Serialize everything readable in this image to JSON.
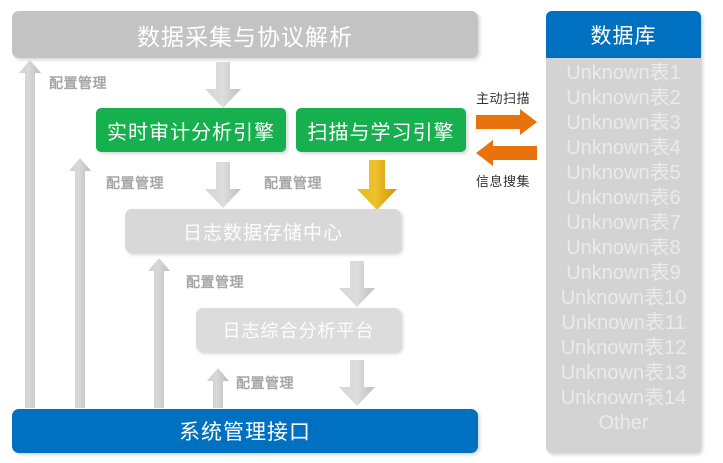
{
  "diagram": {
    "title_bar": "数据采集与协议解析",
    "bottom_bar": "系统管理接口",
    "engines": [
      {
        "label": "实时审计分析引擎"
      },
      {
        "label": "扫描与学习引擎"
      }
    ],
    "storage_center": "日志数据存储中心",
    "analysis_platform": "日志综合分析平台",
    "config_labels": [
      "配置管理",
      "配置管理",
      "配置管理",
      "配置管理",
      "配置管理"
    ],
    "exchange_labels": {
      "top": "主动扫描",
      "bottom": "信息搜集"
    }
  },
  "database": {
    "header": "数据库",
    "items": [
      "Unknown表1",
      "Unknown表2",
      "Unknown表3",
      "Unknown表4",
      "Unknown表5",
      "Unknown表6",
      "Unknown表7",
      "Unknown表8",
      "Unknown表9",
      "Unknown表10",
      "Unknown表11",
      "Unknown表12",
      "Unknown表13",
      "Unknown表14",
      "Other"
    ]
  },
  "colors": {
    "brand_blue": "#0070c0",
    "engine_green": "#17b04e",
    "header_gray": "#c3c3c3",
    "panel_gray": "#d3d3d3",
    "arrow_gray": "#c9c9c9",
    "arrow_gold": "#e0a800",
    "exchange_orange": "#e8730c"
  }
}
